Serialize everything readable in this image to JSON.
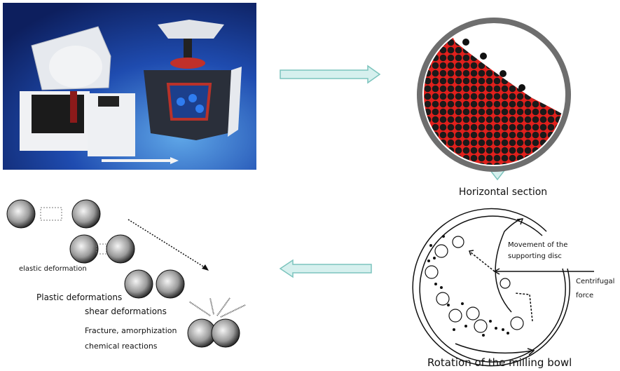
{
  "figure": {
    "photo_panel": {
      "caption": ""
    },
    "section_label": "Horizontal section",
    "bowl_diagram": {
      "movement_label_line1": "Movement of the",
      "movement_label_line2": "supporting disc",
      "centrifugal_label_line1": "Centrifugal",
      "centrifugal_label_line2": "force",
      "rotation_label": "Rotation of the milling bowl"
    },
    "deformation_panel": {
      "elastic": "elastic deformation",
      "plastic": "Plastic deformations",
      "shear": "shear deformations",
      "fracture": "Fracture, amorphization",
      "chemical": "chemical reactions"
    },
    "colors": {
      "arrow_fill": "#d6f0ee",
      "arrow_stroke": "#7cc4bd",
      "photo_bg": "#1a3f9c",
      "particle_red": "#e0201c"
    }
  }
}
